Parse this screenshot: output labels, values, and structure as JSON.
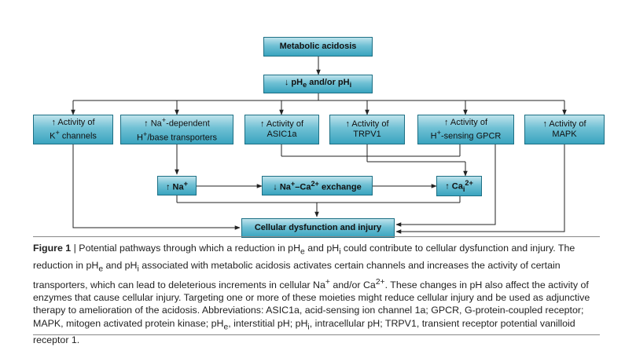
{
  "diagram": {
    "nodes": {
      "metabolic_acidosis": "Metabolic acidosis",
      "ph_drop": {
        "prefix": "↓ pH",
        "sub1": "e",
        "mid": " and/or pH",
        "sub2": "i"
      },
      "k_channels": {
        "line1": "↑ Activity of",
        "line2_pre": "K",
        "line2_sup": "+",
        "line2_post": " channels"
      },
      "na_transporters": {
        "line1_pre": "↑ Na",
        "line1_sup": "+",
        "line1_post": "-dependent",
        "line2_pre": "H",
        "line2_sup": "+",
        "line2_post": "/base transporters"
      },
      "asic1a": {
        "line1": "↑ Activity of",
        "line2": "ASIC1a"
      },
      "trpv1": {
        "line1": "↑ Activity of",
        "line2": "TRPV1"
      },
      "gpcr": {
        "line1": "↑ Activity of",
        "line2_pre": "H",
        "line2_sup": "+",
        "line2_post": "-sensing GPCR"
      },
      "mapk": {
        "line1": "↑ Activity of",
        "line2": "MAPK"
      },
      "na_plus": {
        "pre": "↑ Na",
        "sup": "+"
      },
      "exchange": {
        "pre": "↓ Na",
        "sup1": "+",
        "mid": "–Ca",
        "sup2": "2+",
        "post": " exchange"
      },
      "ca_plus": {
        "pre": "↑ Ca",
        "sub": "i",
        "sup": "2+"
      },
      "cellular_injury": "Cellular dysfunction and injury"
    }
  },
  "caption": {
    "figure_label": "Figure 1",
    "s1": " | Potential pathways through which a reduction in pH",
    "s2": " and pH",
    "s3": " could contribute to cellular dysfunction and injury. The reduction in pH",
    "s4": " and pH",
    "s5": " associated with metabolic acidosis activates certain channels and increases the activity of certain transporters, which can lead to deleterious increments in cellular Na",
    "s6": " and/or Ca",
    "s7": ". These changes in pH also affect the activity of enzymes that cause cellular injury. Targeting one or more of these moieties might reduce cellular injury and be used as adjunctive therapy to amelioration of the acidosis. Abbreviations: ASIC1a, acid-sensing ion channel 1a; GPCR, G-protein-coupled receptor; MAPK, mitogen activated protein kinase; pH",
    "s8": ", interstitial pH; pH",
    "s9": ", intracellular pH; TRPV1, transient receptor potential vanilloid receptor 1.",
    "sub_e": "e",
    "sub_i": "i",
    "sup_plus": "+",
    "sup_2plus": "2+"
  }
}
